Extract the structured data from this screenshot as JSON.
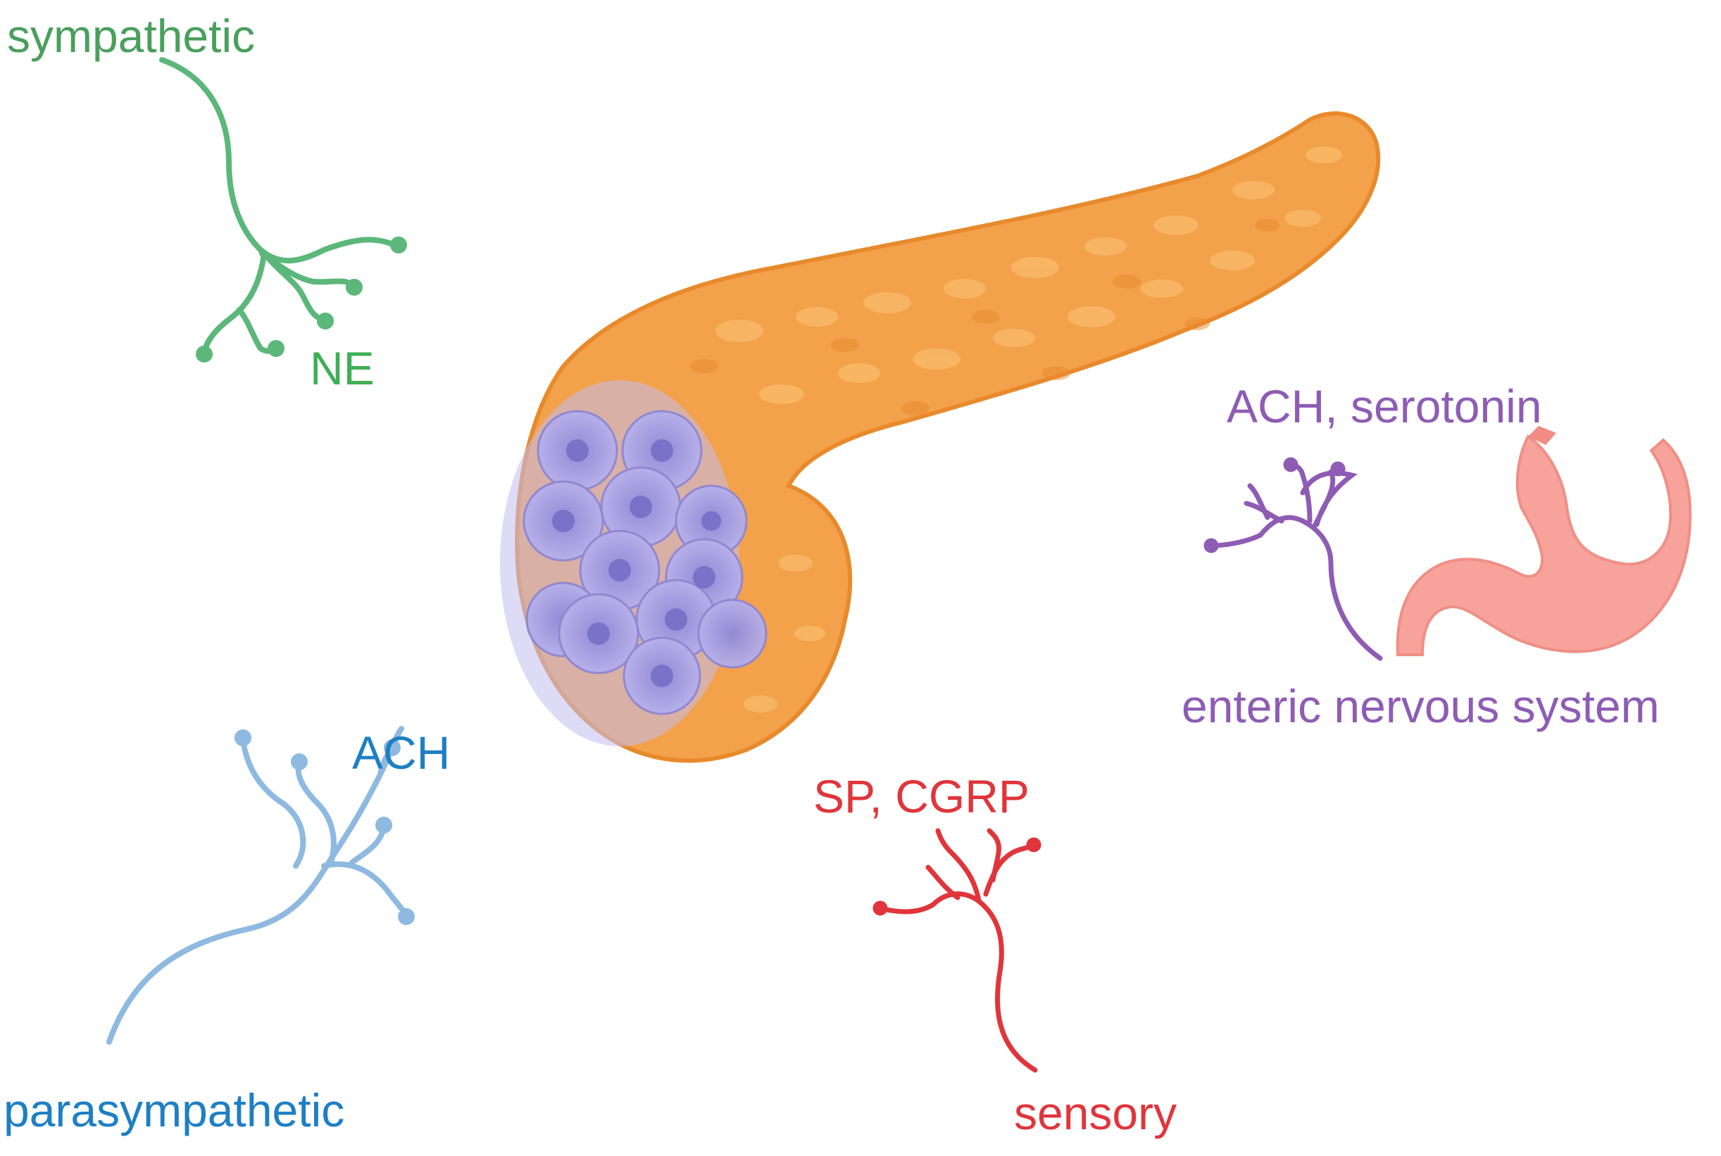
{
  "labels": {
    "sympathetic": "sympathetic",
    "ne": "NE",
    "parasympathetic": "parasympathetic",
    "ach": "ACH",
    "sensory": "sensory",
    "sp_cgrp": "SP, CGRP",
    "ach_serotonin": "ACH, serotonin",
    "enteric": "enteric nervous system"
  },
  "colors": {
    "sympathetic": "#4caf6a",
    "parasympathetic": "#1e7fc4",
    "parasympathetic_nerve": "#8eb9e0",
    "sensory": "#e0353b",
    "enteric": "#8e5cb4",
    "pancreas": "#f3a14a",
    "pancreas_dark": "#e88a2c",
    "tumor": "#a9a3e6",
    "stomach": "#f7a39b"
  },
  "icons": [
    "sympathetic-nerve-icon",
    "parasympathetic-nerve-icon",
    "sensory-nerve-icon",
    "enteric-nerve-icon",
    "pancreas-icon",
    "tumor-cells-icon",
    "stomach-icon"
  ]
}
